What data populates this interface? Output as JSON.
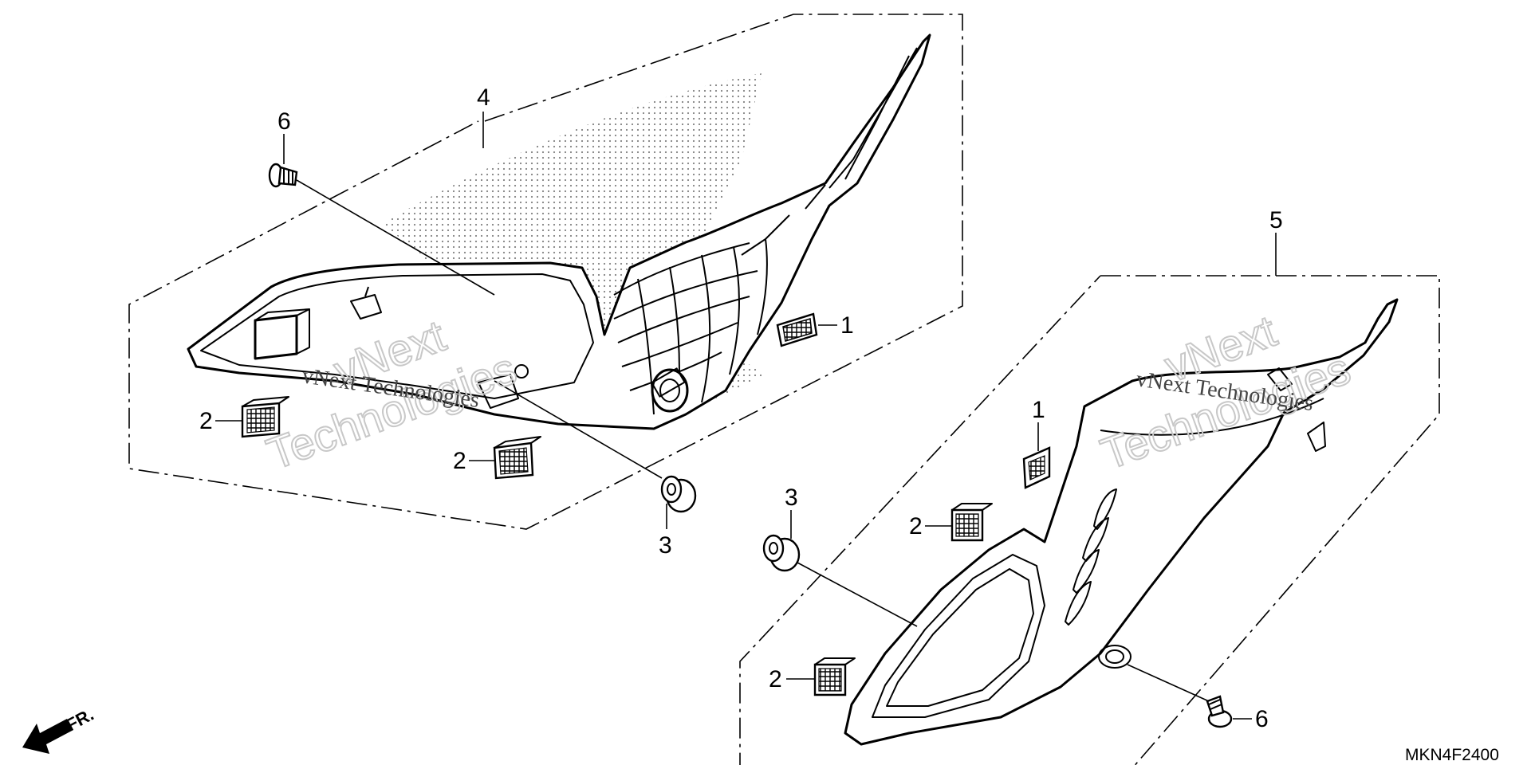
{
  "diagram_code": "MKN4F2400",
  "direction_label": "FR.",
  "watermark": {
    "line1": "vNext",
    "line2": "Technologies",
    "small": "vNext Technologies"
  },
  "callouts": [
    {
      "id": "c4",
      "label": "4"
    },
    {
      "id": "c6a",
      "label": "6"
    },
    {
      "id": "c1a",
      "label": "1"
    },
    {
      "id": "c2a",
      "label": "2"
    },
    {
      "id": "c2b",
      "label": "2"
    },
    {
      "id": "c3a",
      "label": "3"
    },
    {
      "id": "c5",
      "label": "5"
    },
    {
      "id": "c1b",
      "label": "1"
    },
    {
      "id": "c3b",
      "label": "3"
    },
    {
      "id": "c2c",
      "label": "2"
    },
    {
      "id": "c2d",
      "label": "2"
    },
    {
      "id": "c6b",
      "label": "6"
    }
  ]
}
